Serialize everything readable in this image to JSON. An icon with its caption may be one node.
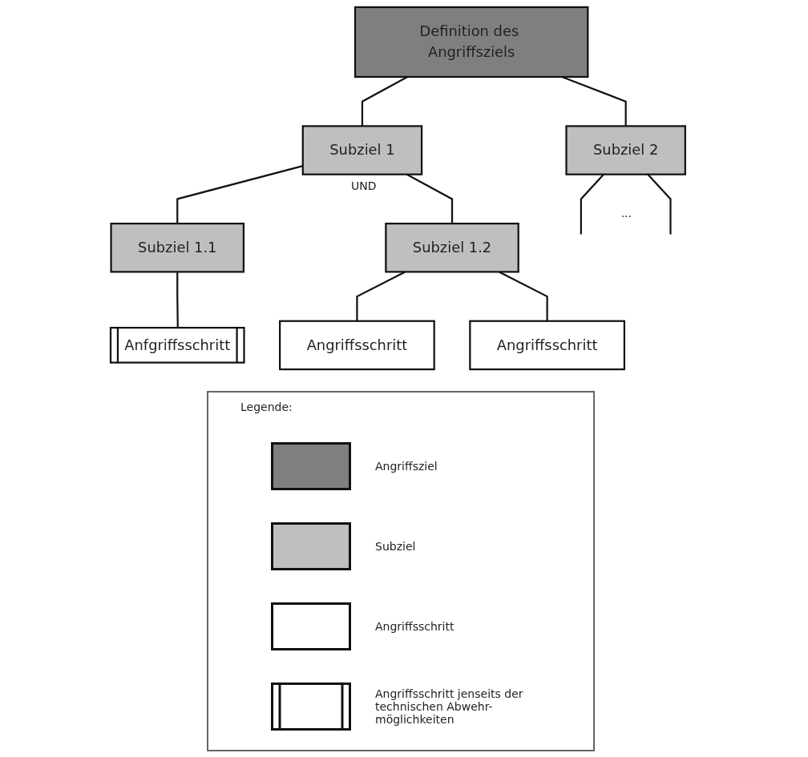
{
  "diagram": {
    "nodes": [
      {
        "text": [
          "Definition des Angriffsziels"
        ]
      },
      {
        "text": [
          "Subziel 1"
        ]
      },
      {
        "text": [
          "Subziel 2"
        ]
      },
      {
        "text": [
          "Subziel 1.1"
        ]
      },
      {
        "text": [
          "Subziel 1.2"
        ]
      },
      {
        "text": [
          "Anfgriffsschritt"
        ]
      },
      {
        "text": [
          "Angriffsschritt"
        ]
      },
      {
        "text": [
          "Angriffsschritt"
        ]
      }
    ],
    "edges": [
      {
        "from": 0,
        "to": 1,
        "arrow": "none"
      },
      {
        "from": 0,
        "to": 2,
        "arrow": "none"
      },
      {
        "from": 1,
        "to": 3,
        "arrow": "none"
      },
      {
        "from": 1,
        "to": 4,
        "arrow": "none"
      },
      {
        "from": 2,
        "to": null,
        "arrow": "none"
      },
      {
        "from": 2,
        "to": null,
        "arrow": "none"
      },
      {
        "from": 3,
        "to": 5,
        "arrow": "none"
      },
      {
        "from": 4,
        "to": 6,
        "arrow": "none"
      },
      {
        "from": 4,
        "to": 7,
        "arrow": "none"
      }
    ],
    "labels": [
      "UND",
      "...",
      "Legende:"
    ],
    "legend": [
      {
        "text": "Angriffsziel",
        "color": "#7f7f7f"
      },
      {
        "text": "Subziel",
        "color": "#bfbfbf"
      },
      {
        "text": "Angriffsschritt",
        "color": "#ffffff"
      },
      {
        "text": "Angriffsschritt jenseits der technischen Abwehr-möglichkeiten"
      }
    ]
  }
}
